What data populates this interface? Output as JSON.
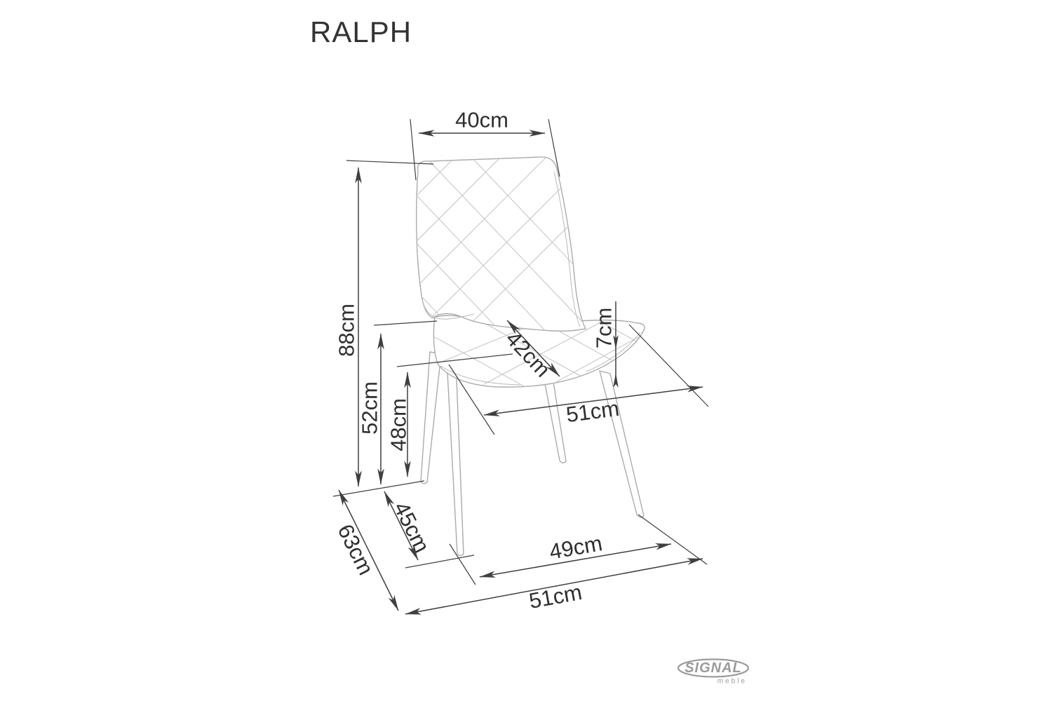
{
  "title": "RALPH",
  "dimensions": {
    "back_width": "40cm",
    "total_height": "88cm",
    "seat_back_height": "52cm",
    "seat_height": "48cm",
    "seat_diagonal": "42cm",
    "cushion_thickness": "7cm",
    "seat_width": "51cm",
    "total_depth": "63cm",
    "seat_depth": "45cm",
    "leg_span": "49cm",
    "base_depth": "51cm"
  },
  "logo": {
    "brand": "SIGNAL",
    "subtitle": "meble"
  },
  "colors": {
    "dimension_line": "#3f3f3f",
    "chair_outline": "#ababab",
    "quilting": "#c3c3c3",
    "logo_gray": "#9b9b9b",
    "background": "#ffffff"
  }
}
